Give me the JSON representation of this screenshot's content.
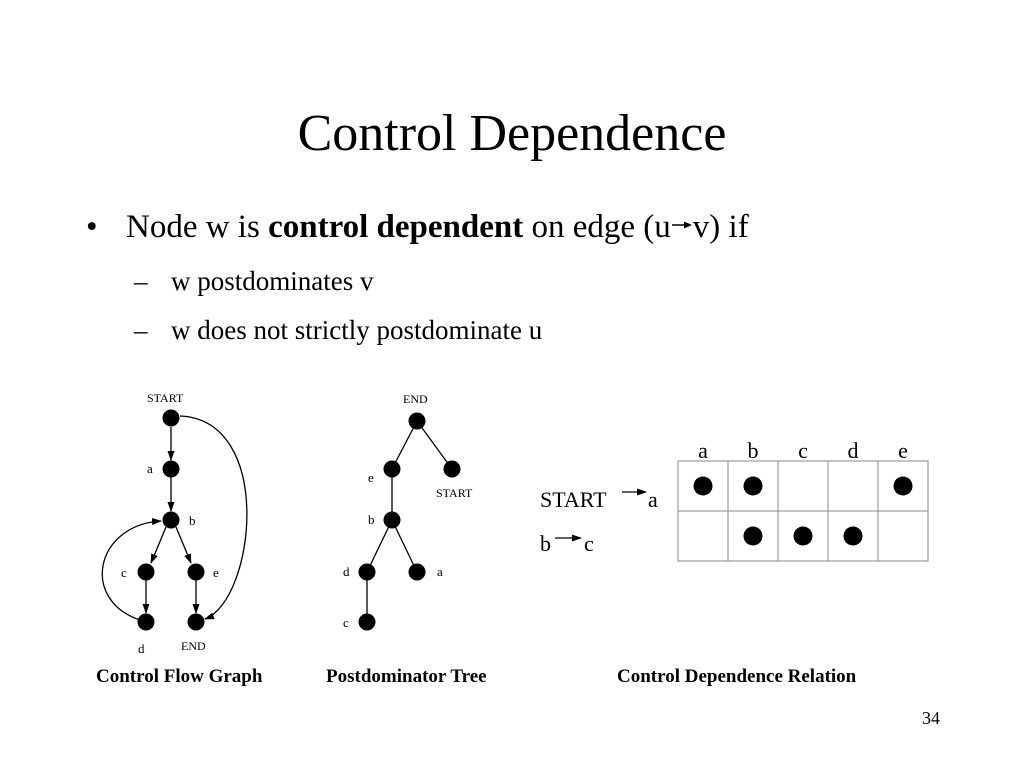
{
  "slide": {
    "title": "Control Dependence",
    "bullet": {
      "marker": "•",
      "prefix": "Node w is ",
      "bold": "control dependent",
      "middle": " on edge (u",
      "suffix": "v) if"
    },
    "sub_bullets": [
      {
        "marker": "–",
        "text": "w postdominates v"
      },
      {
        "marker": "–",
        "text": "w does not strictly postdominate u"
      }
    ],
    "page_number": "34"
  },
  "cfg": {
    "caption": "Control Flow Graph",
    "labels": {
      "start": "START",
      "a": "a",
      "b": "b",
      "c": "c",
      "d": "d",
      "e": "e",
      "end": "END"
    }
  },
  "pdt": {
    "caption": "Postdominator Tree",
    "labels": {
      "end": "END",
      "e": "e",
      "start": "START",
      "b": "b",
      "d": "d",
      "a": "a",
      "c": "c"
    }
  },
  "cdr": {
    "caption": "Control Dependence Relation",
    "columns": [
      "a",
      "b",
      "c",
      "d",
      "e"
    ],
    "edges": [
      {
        "from": "START",
        "to": "a"
      },
      {
        "from": "b",
        "to": "c"
      }
    ],
    "matrix": [
      [
        true,
        true,
        false,
        false,
        true
      ],
      [
        false,
        true,
        true,
        true,
        false
      ]
    ]
  }
}
